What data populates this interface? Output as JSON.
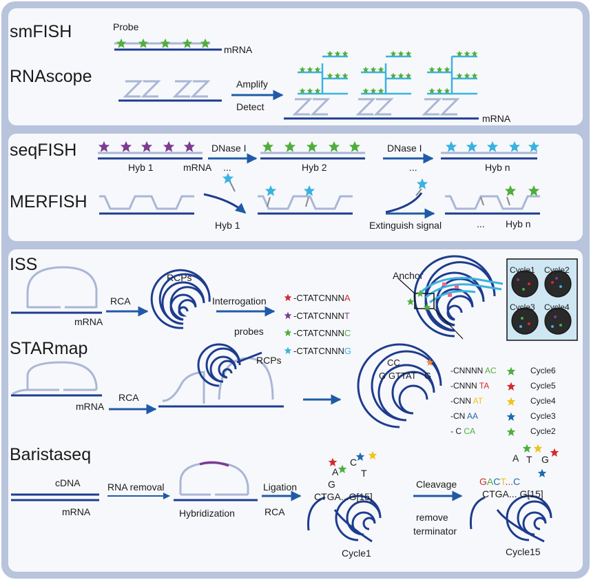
{
  "colors": {
    "frame": "#b8c3dc",
    "panel_bg": "#f7f8fb",
    "navy": "#1d3c8f",
    "light": "#a9b6d6",
    "cyan": "#39b3e0",
    "green": "#4fae3c",
    "purple": "#7e3b91",
    "red": "#d5292e",
    "yellow": "#f0c419",
    "blue": "#1f69b3",
    "orange": "#f08a36",
    "pink": "#f06b8a"
  },
  "panel1": {
    "smfish": {
      "title": "smFISH",
      "probe": "Probe",
      "mrna": "mRNA"
    },
    "rnascope": {
      "title": "RNAscope",
      "amplify": "Amplify",
      "detect": "Detect",
      "mrna": "mRNA"
    }
  },
  "panel2": {
    "seqfish": {
      "title": "seqFISH",
      "hyb1": "Hyb 1",
      "mrna": "mRNA",
      "dnase1": "DNase I",
      "dnase2": "DNase I",
      "ellipsis": "...",
      "hyb2": "Hyb 2",
      "hybn": "Hyb n"
    },
    "merfish": {
      "title": "MERFISH",
      "hyb1": "Hyb 1",
      "extinguish": "Extinguish signal",
      "ellipsis": "...",
      "hybn": "Hyb n"
    }
  },
  "panel3": {
    "iss": {
      "title": "ISS",
      "mrna": "mRNA",
      "rca": "RCA",
      "rcps": "RCPs",
      "interrogation": "Interrogation",
      "probes": "probes",
      "anchor": "Anchor",
      "probe_seqs": [
        {
          "prefix": "-CTATCNNN",
          "base": "A",
          "star": "red"
        },
        {
          "prefix": "-CTATCNNN",
          "base": "T",
          "star": "purple"
        },
        {
          "prefix": "-CTATCNNN",
          "base": "C",
          "star": "green"
        },
        {
          "prefix": "-CTATCNNN",
          "base": "G",
          "star": "cyan"
        }
      ],
      "cycles": [
        "Cycle1",
        "Cycle2",
        "Cycle3",
        "Cycle4"
      ]
    },
    "starmap": {
      "title": "STARmap",
      "mrna": "mRNA",
      "rca": "RCA",
      "rcps": "RCPs",
      "top_cc": "CC",
      "g_left": "G",
      "gttat": "GTTAT",
      "g_right": "G",
      "rows": [
        {
          "prefix": "-CNNNN ",
          "bases": "AC",
          "cycle": "Cycle6"
        },
        {
          "prefix": "-CNNN ",
          "bases": "TA",
          "cycle": "Cycle5"
        },
        {
          "prefix": "-CNN ",
          "bases": "AT",
          "cycle": "Cycle4"
        },
        {
          "prefix": "-CN ",
          "bases": "AA",
          "cycle": "Cycle3"
        },
        {
          "prefix": "- C ",
          "bases": "CA",
          "cycle": "Cycle2"
        }
      ]
    },
    "baristaseq": {
      "title": "Baristaseq",
      "cdna": "cDNA",
      "mrna": "mRNA",
      "rna_removal": "RNA removal",
      "hybridization": "Hybridization",
      "ligation": "Ligation",
      "rca": "RCA",
      "c1_seq": "CTGA...G[15]",
      "c1_g": "G",
      "c1_a": "A",
      "c1_c": "C",
      "c1_t": "T",
      "cycle1": "Cycle1",
      "cleavage": "Cleavage",
      "remove1": "remove",
      "remove2": "terminator",
      "c15_seq": "CTGA... G[15]",
      "c15_g": "G",
      "c15_a": "A",
      "c15_c": "C",
      "c15_t": "T",
      "c15_dots": "...",
      "c15_c2": "C",
      "c15_top_a": "A",
      "c15_top_t": "T",
      "c15_top_g": "G",
      "cycle15": "Cycle15"
    }
  }
}
